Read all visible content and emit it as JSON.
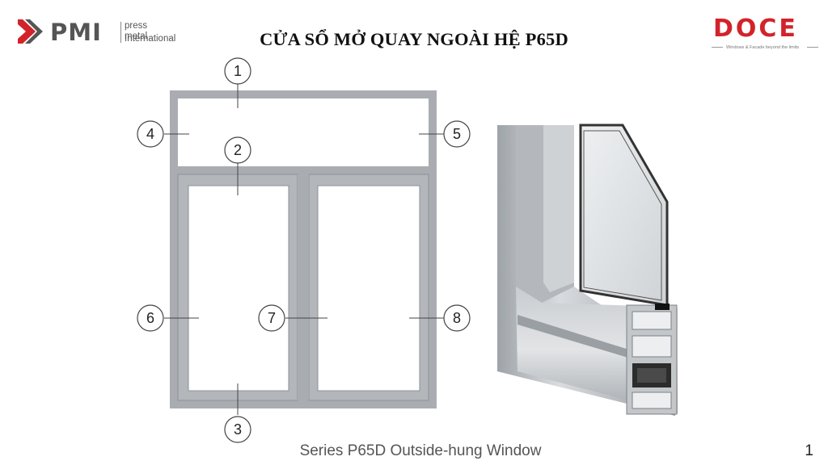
{
  "header": {
    "brand_left": {
      "name": "PMI",
      "line1": "press metal",
      "line2": "International"
    },
    "title": "CỬA SỔ MỞ QUAY NGOÀI HỆ P65D",
    "brand_right": {
      "name": "DOCE",
      "tagline": "Windows & Facade beyond the limits"
    }
  },
  "diagram": {
    "callouts": [
      "1",
      "2",
      "3",
      "4",
      "5",
      "6",
      "7",
      "8"
    ],
    "frame_color": "#a9adb1"
  },
  "footer": {
    "caption": "Series P65D Outside-hung Window",
    "page_number": "1"
  },
  "colors": {
    "accent_red": "#d2232a",
    "text_gray": "#555555"
  }
}
